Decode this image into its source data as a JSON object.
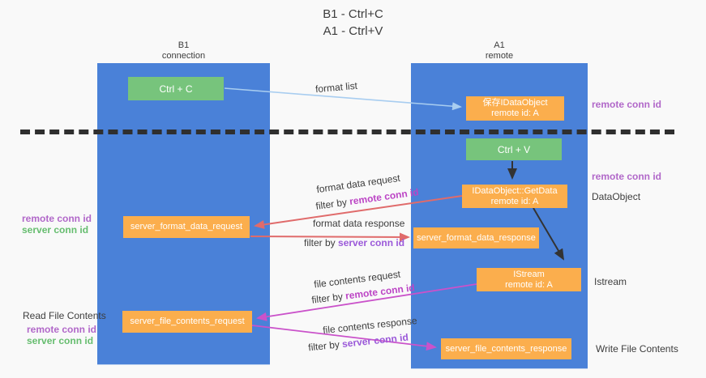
{
  "title": {
    "line1": "B1 - Ctrl+C",
    "line2": "A1 - Ctrl+V"
  },
  "columns": {
    "b1": {
      "name": "B1",
      "subtitle": "connection"
    },
    "a1": {
      "name": "A1",
      "subtitle": "remote"
    }
  },
  "nodes": {
    "ctrl_c": "Ctrl + C",
    "ctrl_v": "Ctrl + V",
    "save_idataobject": {
      "line1": "保存IDataObject",
      "line2": "remote id: A"
    },
    "getdata": {
      "line1": "IDataObject::GetData",
      "line2": "remote id: A"
    },
    "istream": {
      "line1": "IStream",
      "line2": "remote id: A"
    },
    "server_format_data_request": "server_format_data_request",
    "server_format_data_response": "server_format_data_response",
    "server_file_contents_request": "server_file_contents_request",
    "server_file_contents_response": "server_file_contents_response"
  },
  "labels": {
    "format_list": "format list",
    "format_data_request": "format data request",
    "format_data_response": "format data response",
    "file_contents_request": "file contents request",
    "file_contents_response": "file contents response",
    "filter_by": "filter by ",
    "remote_conn_id": "remote conn id",
    "server_conn_id": "server conn id",
    "dataobject": "DataObject",
    "istream_side": "Istream",
    "read_file_contents": "Read File Contents",
    "write_file_contents": "Write File Contents"
  },
  "colors": {
    "column_blue": "#4a81d8",
    "node_green": "#77c47c",
    "node_orange": "#fbae4d",
    "annotation_purple": "#b168c9",
    "annotation_green": "#66bd6f",
    "filter_remote_magenta": "#bc45c5",
    "filter_server_violet": "#9b59d9",
    "arrow_red": "#e06b6b",
    "arrow_magenta": "#ca52ca",
    "arrow_blue": "#a8cdf0",
    "arrow_black": "#333333"
  }
}
